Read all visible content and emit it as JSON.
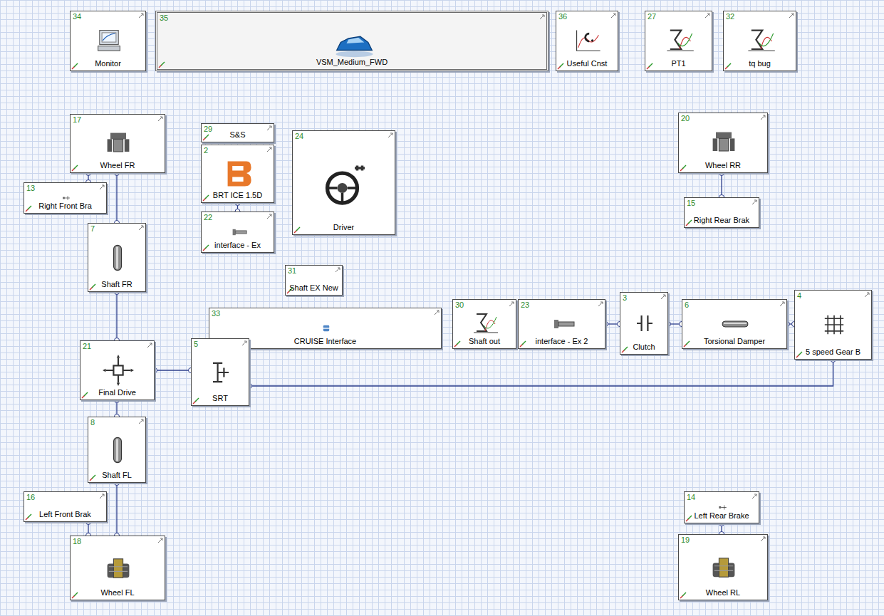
{
  "diagram": {
    "nodes": [
      {
        "text": [
          "34",
          "Monitor"
        ]
      },
      {
        "text": [
          "35",
          "VSM_Medium_FWD"
        ]
      },
      {
        "text": [
          "36",
          "Useful Cnst"
        ]
      },
      {
        "text": [
          "27",
          "PT1"
        ]
      },
      {
        "text": [
          "32",
          "tq bug"
        ]
      },
      {
        "text": [
          "17",
          "Wheel FR"
        ]
      },
      {
        "text": [
          "13",
          "Right Front Bra"
        ]
      },
      {
        "text": [
          "7",
          "Shaft FR"
        ]
      },
      {
        "text": [
          "29",
          "S&S"
        ]
      },
      {
        "text": [
          "2",
          "BRT ICE 1.5D"
        ]
      },
      {
        "text": [
          "22",
          "interface - Ex"
        ]
      },
      {
        "text": [
          "24",
          "Driver"
        ]
      },
      {
        "text": [
          "20",
          "Wheel RR"
        ]
      },
      {
        "text": [
          "15",
          "Right Rear Brak"
        ]
      },
      {
        "text": [
          "31",
          "Shaft EX New"
        ]
      },
      {
        "text": [
          "33",
          "CRUISE Interface"
        ]
      },
      {
        "text": [
          "30",
          "Shaft out"
        ]
      },
      {
        "text": [
          "23",
          "interface - Ex 2"
        ]
      },
      {
        "text": [
          "3",
          "Clutch"
        ]
      },
      {
        "text": [
          "6",
          "Torsional Damper"
        ]
      },
      {
        "text": [
          "4",
          "5 speed Gear B"
        ]
      },
      {
        "text": [
          "21",
          "Final Drive"
        ]
      },
      {
        "text": [
          "5",
          "SRT"
        ]
      },
      {
        "text": [
          "8",
          "Shaft FL"
        ]
      },
      {
        "text": [
          "16",
          "Left Front Brak"
        ]
      },
      {
        "text": [
          "18",
          "Wheel FL"
        ]
      },
      {
        "text": [
          "14",
          "Left Rear Brake"
        ]
      },
      {
        "text": [
          "19",
          "Wheel RL"
        ]
      }
    ],
    "edges": [
      {
        "from": 6,
        "to": 5,
        "arrow": "none"
      },
      {
        "from": 5,
        "to": 7,
        "arrow": "none"
      },
      {
        "from": 7,
        "to": 21,
        "arrow": "none"
      },
      {
        "from": 21,
        "to": 23,
        "arrow": "none"
      },
      {
        "from": 23,
        "to": 25,
        "arrow": "none"
      },
      {
        "from": 24,
        "to": 25,
        "arrow": "none"
      },
      {
        "from": 21,
        "to": 22,
        "arrow": "none"
      },
      {
        "from": 22,
        "to": 20,
        "arrow": "none"
      },
      {
        "from": 20,
        "to": 19,
        "arrow": "none"
      },
      {
        "from": 19,
        "to": 18,
        "arrow": "none"
      },
      {
        "from": 18,
        "to": 17,
        "arrow": "none"
      },
      {
        "from": 9,
        "to": 10,
        "arrow": "none"
      },
      {
        "from": 12,
        "to": 13,
        "arrow": "none"
      },
      {
        "from": 26,
        "to": 27,
        "arrow": "none"
      }
    ]
  }
}
